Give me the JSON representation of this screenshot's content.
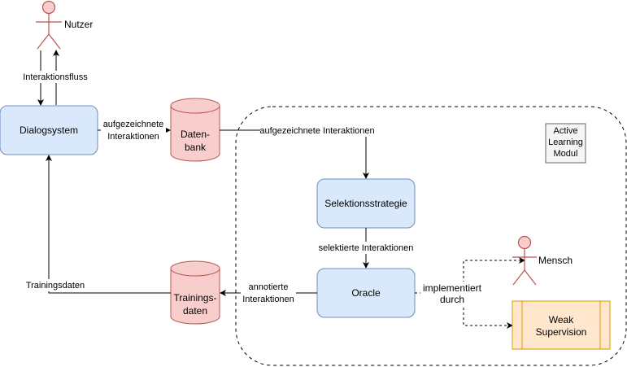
{
  "nodes": {
    "nutzer": "Nutzer",
    "dialogsystem": "Dialogsystem",
    "datenbank": [
      "Daten-",
      "bank"
    ],
    "trainingsdaten": [
      "Trainings-",
      "daten"
    ],
    "selektionsstrategie": "Selektionsstrategie",
    "oracle": "Oracle",
    "mensch": "Mensch",
    "weak_supervision": [
      "Weak",
      "Supervision"
    ],
    "active_learning_modul": [
      "Active",
      "Learning",
      "Modul"
    ]
  },
  "edges": {
    "interaktionsfluss": "Interaktionsfluss",
    "aufgezeichnete_interaktionen_1": [
      "aufgezeichnete",
      "Interaktionen"
    ],
    "aufgezeichnete_interaktionen_2": "aufgezeichnete Interaktionen",
    "selektierte_interaktionen": "selektierte Interaktionen",
    "annotierte_interaktionen": [
      "annotierte",
      "Interaktionen"
    ],
    "trainingsdaten": "Trainingsdaten",
    "implementiert_durch": [
      "implementiert",
      "durch"
    ]
  },
  "colors": {
    "process_fill": "#dae8fc",
    "process_stroke": "#6c8ebf",
    "storage_fill": "#f8cecc",
    "storage_stroke": "#b85450",
    "actor_stroke": "#b85450",
    "weak_fill": "#ffe6cc",
    "weak_stroke": "#d79b00",
    "note_fill": "#f5f5f5",
    "note_stroke": "#666666"
  }
}
